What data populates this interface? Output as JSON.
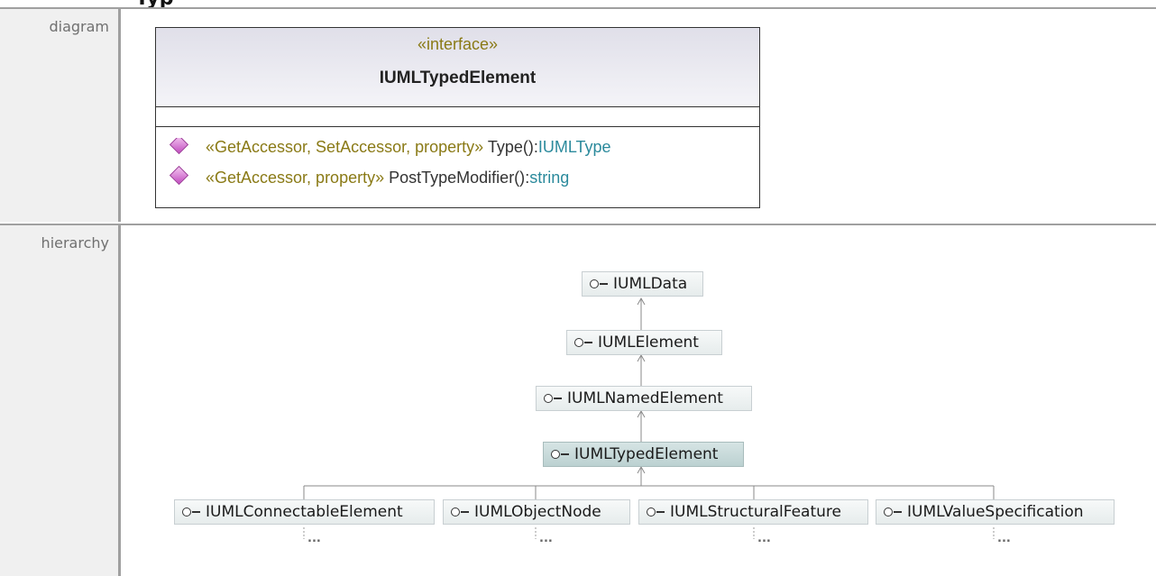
{
  "page_title": "Typ",
  "rows": {
    "diagram_label": "diagram",
    "hierarchy_label": "hierarchy"
  },
  "uml_class": {
    "stereotype": "«interface»",
    "name": "IUMLTypedElement",
    "operations": [
      {
        "stereotypes": "«GetAccessor, SetAccessor, property»",
        "name": "Type()",
        "sep": ":",
        "type": "IUMLType"
      },
      {
        "stereotypes": "«GetAccessor, property»",
        "name": "PostTypeModifier()",
        "sep": ":",
        "type": "string"
      }
    ]
  },
  "hierarchy": {
    "ancestors": [
      "IUMLData",
      "IUMLElement",
      "IUMLNamedElement"
    ],
    "current": "IUMLTypedElement",
    "children": [
      "IUMLConnectableElement",
      "IUMLObjectNode",
      "IUMLStructuralFeature",
      "IUMLValueSpecification"
    ],
    "more_marker": "..."
  },
  "colors": {
    "stereotype": "#8a7a16",
    "type": "#2b8a9c",
    "label_bg": "#f0f0f0",
    "selected_box": "#c9dada"
  }
}
